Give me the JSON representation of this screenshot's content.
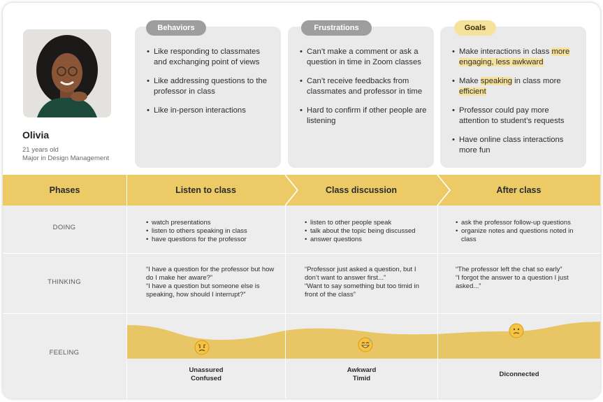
{
  "persona": {
    "name": "Olivia",
    "age": "21 years old",
    "major": "Major in Design Management"
  },
  "cards": {
    "behaviors": {
      "title": "Behaviors",
      "items": [
        "Like responding to classmates and exchanging point of views",
        "Like addressing questions to the professor in class",
        "Like in-person interactions"
      ]
    },
    "frustrations": {
      "title": "Frustrations",
      "items": [
        "Can’t make a comment or ask a question in time in Zoom classes",
        "Can’t receive feedbacks from classmates and professor in time",
        "Hard to confirm if other people are listening"
      ]
    },
    "goals": {
      "title": "Goals",
      "g1_pre": "Make interactions in class ",
      "g1_hl_a": "more",
      "g1_hl_b": "engaging, less awkward",
      "g2_pre": "Make ",
      "g2_hl": "speaking",
      "g2_mid": " in class more ",
      "g2_hl2": "efficient",
      "g3": "Professor could pay more attention to student’s requests",
      "g4": "Have online class interactions more fun"
    }
  },
  "journey": {
    "phases_label": "Phases",
    "phases": [
      "Listen to class",
      "Class discussion",
      "After class"
    ],
    "rows": {
      "doing": "DOING",
      "thinking": "THINKING",
      "feeling": "FEELING"
    },
    "doing": [
      [
        "watch presentations",
        "listen to others speaking in class",
        "have questions for the professor"
      ],
      [
        "listen to other people speak",
        "talk about the topic being discussed",
        "answer questions"
      ],
      [
        "ask the professor follow-up questions",
        "organize notes and questions noted in class"
      ]
    ],
    "thinking": [
      [
        "“I have a question for the professor but how do I make her aware?”",
        "“I have a question but someone else is speaking, how should I interrupt?”"
      ],
      [
        "“Professor just asked a question, but I don’t want to answer first...”",
        "“Want to say something but too timid in front of the class”"
      ],
      [
        "“The professor left the chat so early”",
        "“I forgot the answer to a question I just asked...”"
      ]
    ],
    "feeling": [
      [
        "Unassured",
        "Confused"
      ],
      [
        "Awkward",
        "Timid"
      ],
      [
        "Diconnected"
      ]
    ],
    "emotion_icons": [
      "worried-face-icon",
      "sweat-smile-face-icon",
      "confused-face-icon"
    ],
    "curve_values": [
      0.8,
      0.45,
      0.72,
      0.58,
      0.65,
      0.88
    ]
  },
  "colors": {
    "accent": "#eccb67",
    "curve": "#e8c565",
    "card": "#eaeaea",
    "row": "#ededed",
    "highlight": "#f7e29b",
    "pill": "#9e9e9e"
  }
}
